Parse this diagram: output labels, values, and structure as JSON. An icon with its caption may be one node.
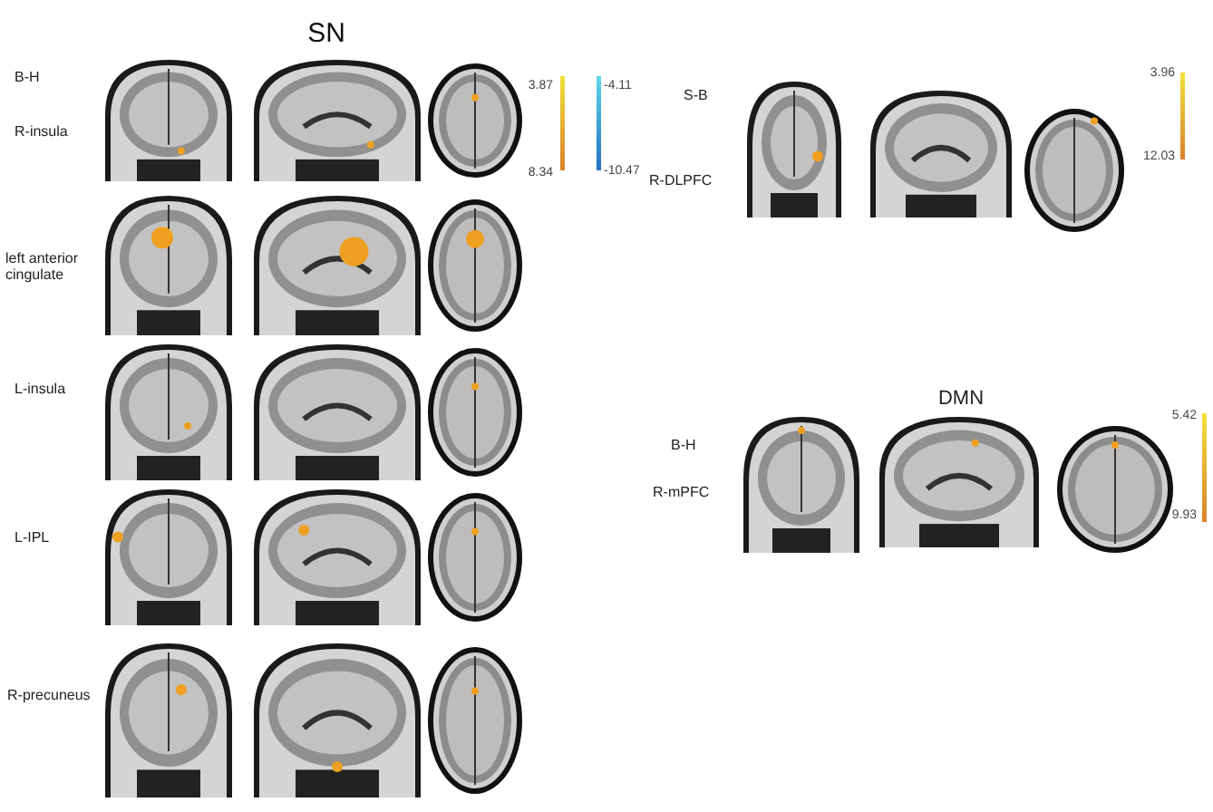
{
  "diagram": {
    "labels": [
      "SN",
      "B-H",
      "R-insula",
      "3.87",
      "-4.11",
      "8.34",
      "-10.47",
      "left anterior cingulate",
      "L-insula",
      "L-IPL",
      "R-precuneus",
      "S-B",
      "3.96",
      "R-DLPFC",
      "12.03",
      "DMN",
      "B-H",
      "5.42",
      "R-mPFC",
      "9.93"
    ]
  }
}
